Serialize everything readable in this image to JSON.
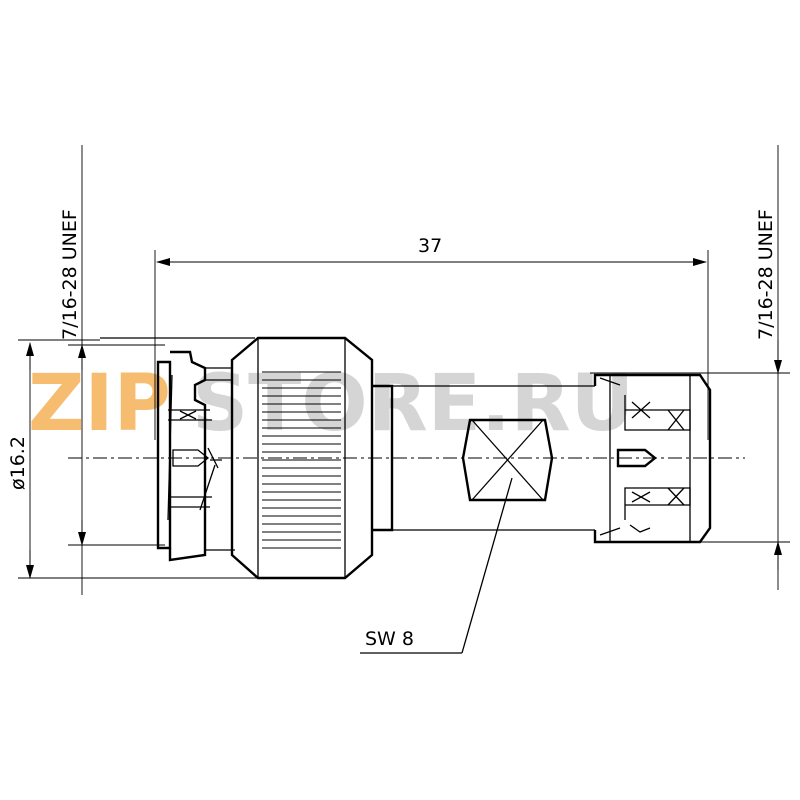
{
  "dimensions": {
    "length": "37",
    "diameter": "ø16.2",
    "thread_left": "7/16-28 UNEF",
    "thread_right": "7/16-28 UNEF",
    "wrench_size": "SW 8"
  },
  "watermark": {
    "text_part1": "ZIP",
    "text_part2": "STORE.RU",
    "color_part1": "#f4a640",
    "color_part2": "#c8c8c8"
  }
}
